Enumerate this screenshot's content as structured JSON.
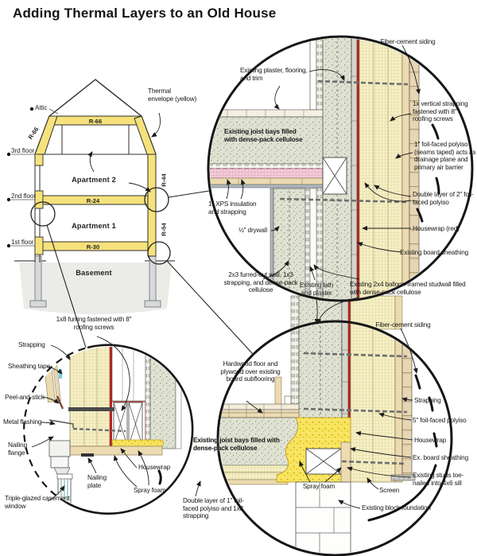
{
  "title": "Adding Thermal Layers to an Old House",
  "colors": {
    "envelope_yellow": "#f6e27c",
    "housewrap_red": "#b5231f",
    "foam_yellow": "#f8e45c",
    "cellulose_gray": "#dfe2d2",
    "polyiso_yellow": "#f6f0c6",
    "xps_pink": "#f3ccd8"
  },
  "house": {
    "floor_labels": {
      "attic": "Attic",
      "third": "3rd floor",
      "second": "2nd floor",
      "first": "1st floor"
    },
    "room_labels": {
      "apartment2": "Apartment 2",
      "apartment1": "Apartment 1",
      "basement": "Basement"
    },
    "r_values": {
      "attic_band": "R-66",
      "left_slope": "R-66",
      "right_wall_upper": "R-44",
      "second_floor": "R-24",
      "right_wall_lower": "R-54",
      "first_floor": "R-30"
    },
    "envelope_note": "Thermal envelope (yellow)"
  },
  "detail_wall": {
    "plaster": "Existing plaster, flooring, and trim",
    "siding": "Fiber-cement siding",
    "strapping": "1x vertical strapping fastened with 8\" roofing screws",
    "polyiso_outer": "1\" foil-faced polyiso (seams taped) acts as drainage plane and primary air barrier",
    "polyiso_double": "Double layer of 2\" foil-faced polyiso",
    "housewrap": "Housewrap (red)",
    "sheathing": "Existing board sheathing",
    "studwall": "Existing 2x4 balloon-framed studwall filled with dense-pack cellulose",
    "joist_bays": "Existing joist bays filled with dense-pack cellulose",
    "xps": "1\" XPS insulation and strapping",
    "drywall": "½\" drywall",
    "furred_wall": "2x3 furred-out wall, 1x3 strapping, and dense-pack cellulose",
    "lath_plaster": "Existing lath and plaster"
  },
  "detail_window": {
    "furring": "1x8 furring fastened with 8\" roofing screws",
    "strapping": "Strapping",
    "sheathing_tape": "Sheathing tape",
    "peel_and_stick": "Peel-and-stick",
    "metal_flashing": "Metal flashing",
    "nailing_flange": "Nailing flange",
    "window": "Triple-glazed casement window",
    "nailing_plate": "Nailing plate",
    "housewrap": "Housewrap",
    "spray_foam": "Spray foam"
  },
  "detail_foundation": {
    "siding": "Fiber-cement siding",
    "hardwood": "Hardwood floor and plywood over existing board subflooring",
    "joist_bays": "Existing joist bays filled with dense-pack cellulose",
    "strapping": "Strapping",
    "polyiso_5": "5\" foil-faced polyiso",
    "housewrap": "Housewrap",
    "board_sheathing": "Ex. board sheathing",
    "studs": "Existing studs toe-nailed into 4x6 sill",
    "screen": "Screen",
    "foundation": "Existing block foundation",
    "spray_foam": "Spray foam",
    "polyiso_double": "Double layer of 1\" foil-faced polyiso and 1x3 strapping"
  }
}
